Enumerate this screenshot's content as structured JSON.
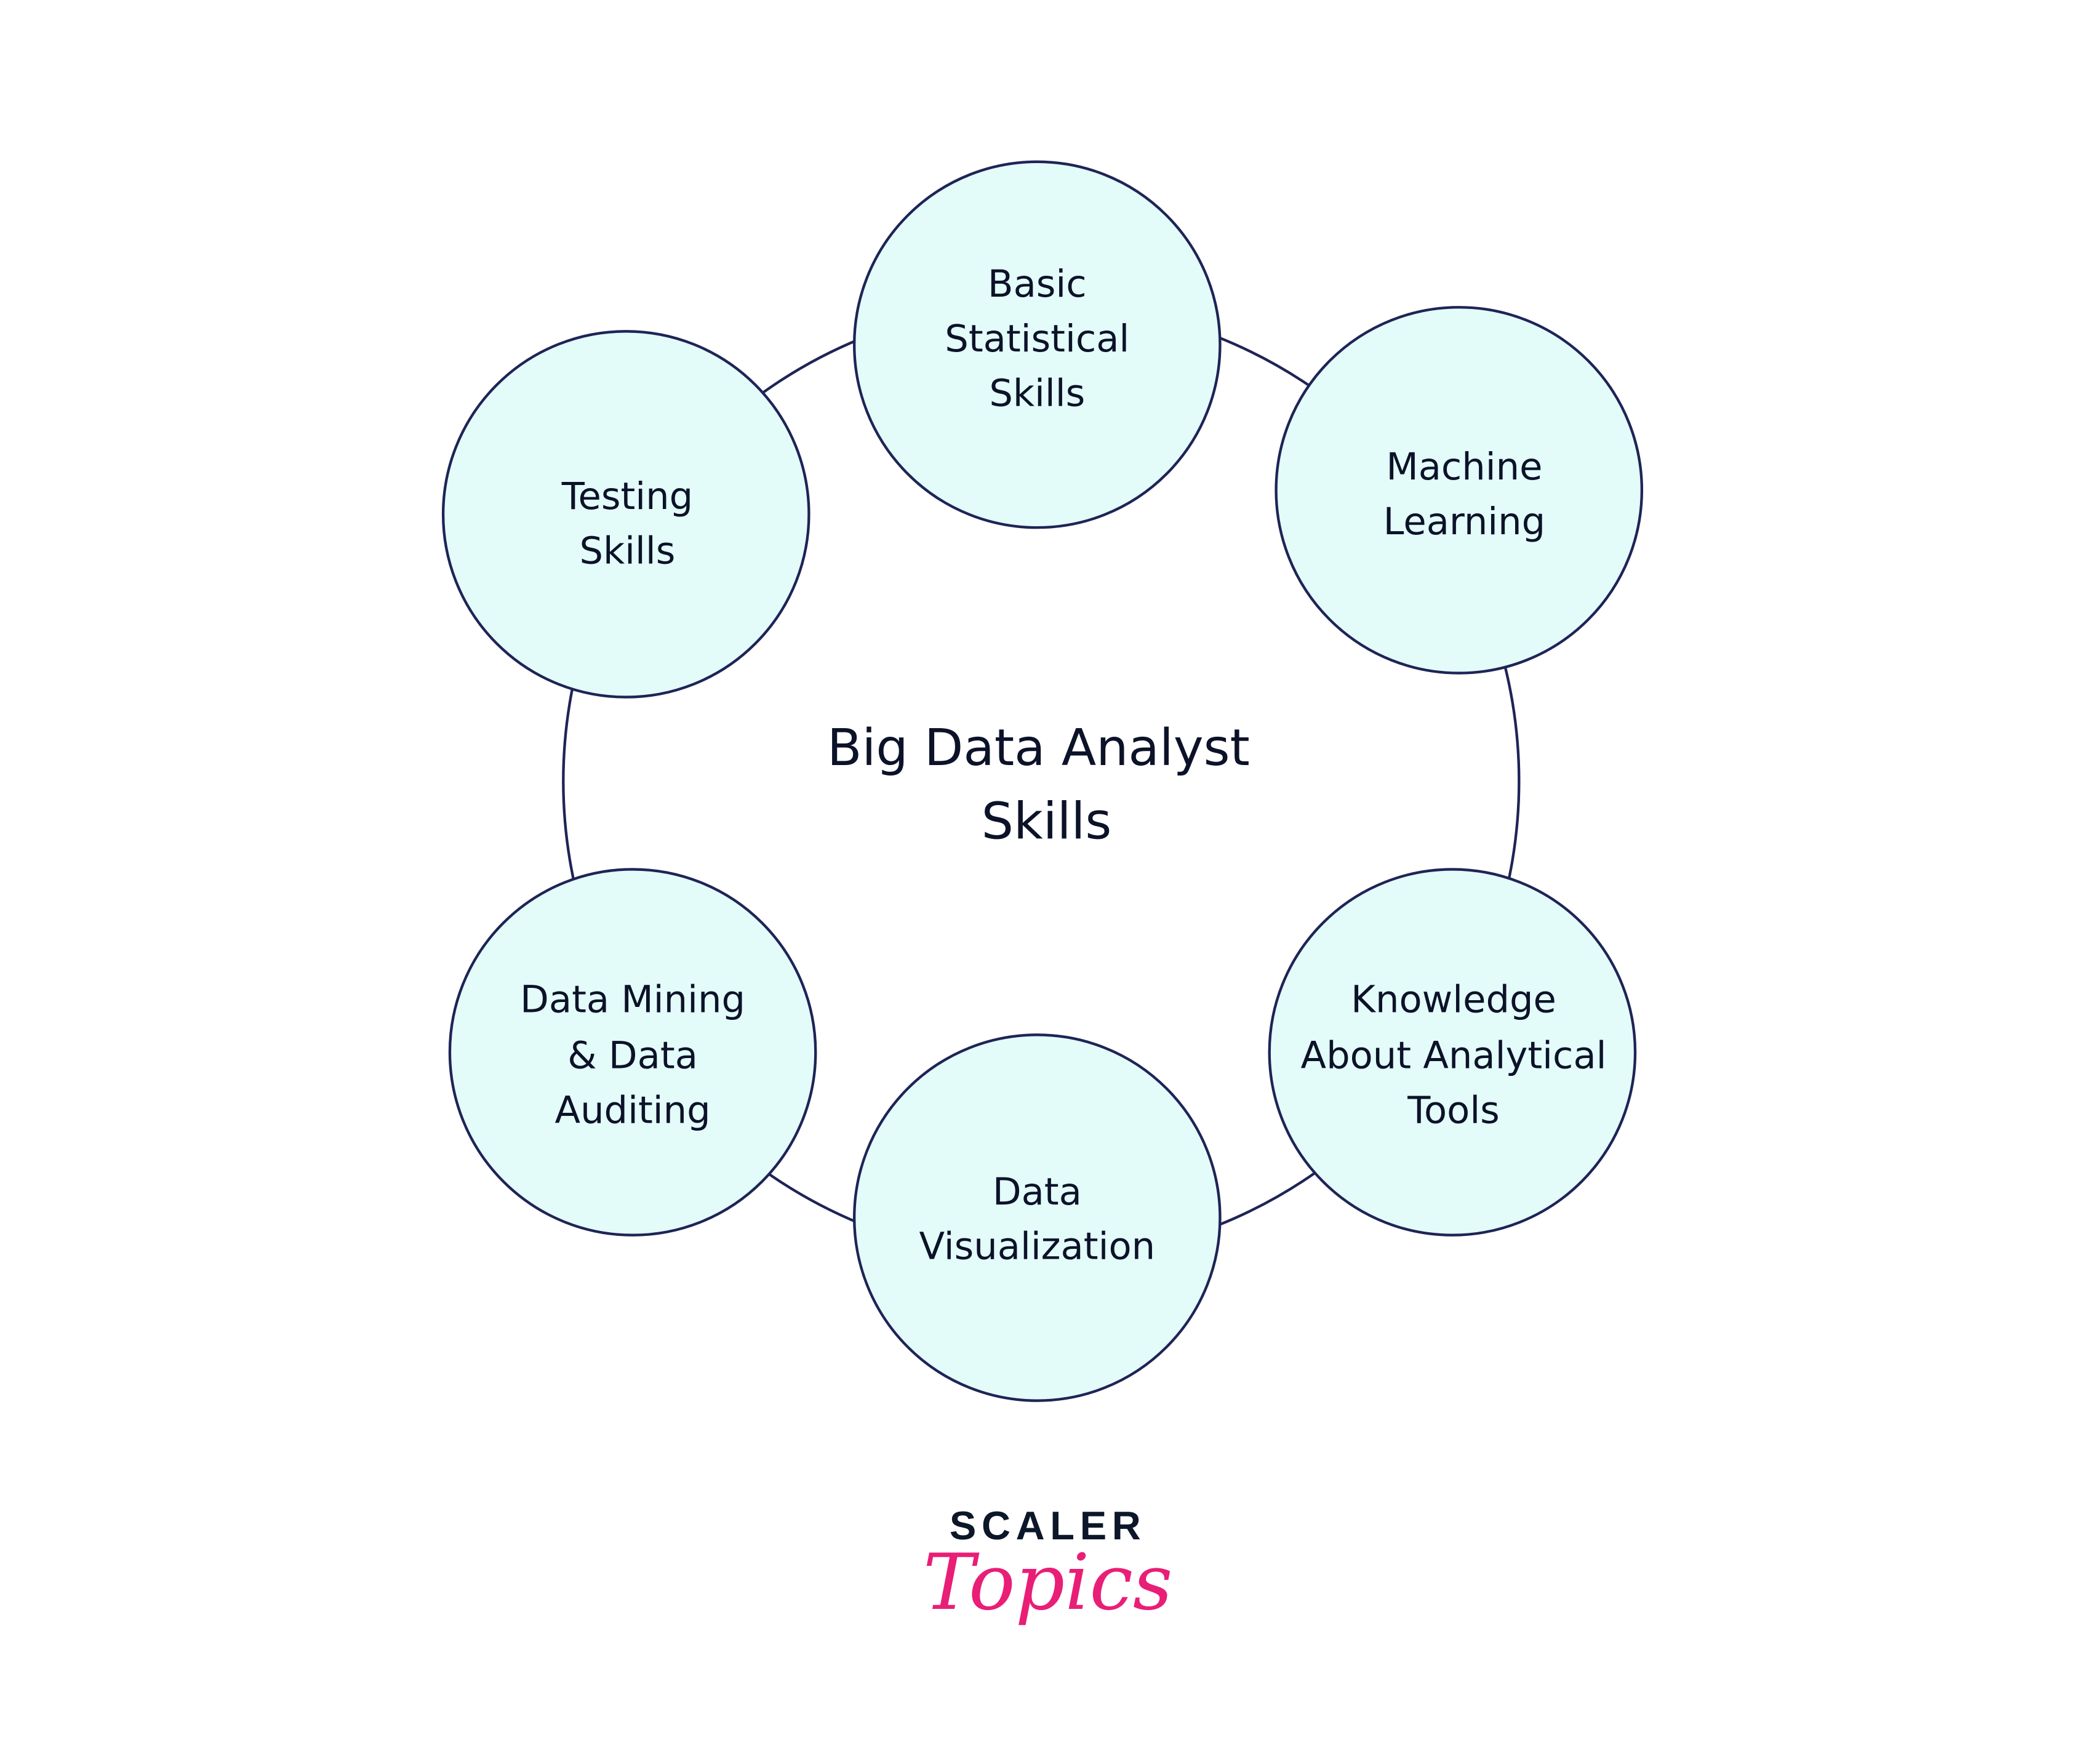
{
  "title": [
    "Big Data Analyst",
    "Skills"
  ],
  "nodes": [
    {
      "lines": [
        "Basic",
        "Statistical",
        "Skills"
      ]
    },
    {
      "lines": [
        "Machine",
        "Learning"
      ]
    },
    {
      "lines": [
        "Knowledge",
        "About Analytical",
        "Tools"
      ]
    },
    {
      "lines": [
        "Data",
        "Visualization"
      ]
    },
    {
      "lines": [
        "Data Mining",
        "& Data",
        "Auditing"
      ]
    },
    {
      "lines": [
        "Testing",
        "Skills"
      ]
    }
  ],
  "logo": {
    "brand": "SCALER",
    "sub": "Topics"
  },
  "colors": {
    "node_fill": "#e3fcfa",
    "stroke": "#1f2456",
    "accent": "#e91e76"
  }
}
